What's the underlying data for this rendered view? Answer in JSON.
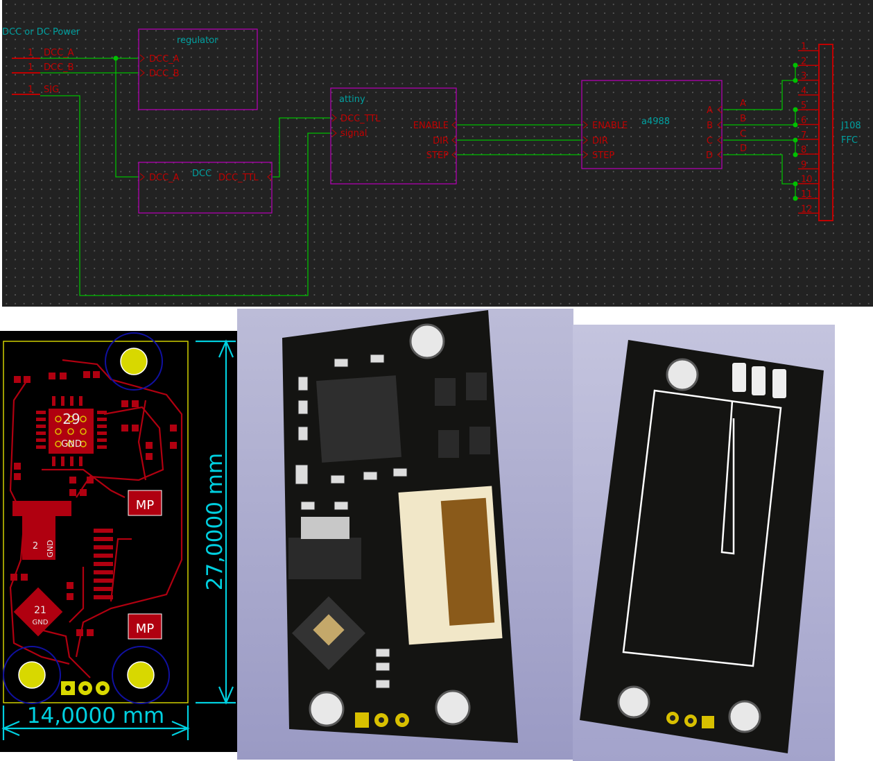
{
  "schematic": {
    "title_note": "DCC or DC Power",
    "connectors": [
      {
        "pin": "1",
        "net": "DCC_A"
      },
      {
        "pin": "1",
        "net": "DCC_B"
      },
      {
        "pin": "1",
        "net": "SIG"
      }
    ],
    "sheets": {
      "regulator": {
        "name": "regulator",
        "pins": [
          "DCC_A",
          "DCC_B"
        ]
      },
      "dcc": {
        "name": "DCC",
        "pins": [
          "DCC_A",
          "DCC_TTL"
        ]
      },
      "attiny": {
        "name": "attiny",
        "pins_left": [
          "DCC_TTL",
          "signal"
        ],
        "pins_right": [
          "ENABLE",
          "DIR",
          "STEP"
        ]
      },
      "a4988": {
        "name": "a4988",
        "pins_left": [
          "ENABLE",
          "DIR",
          "STEP"
        ],
        "pins_right": [
          "A",
          "B",
          "C",
          "D"
        ]
      }
    },
    "wire_labels": [
      "A",
      "B",
      "C",
      "D"
    ],
    "ffc": {
      "ref": "J108",
      "value": "FFC",
      "pins": [
        "1",
        "2",
        "3",
        "4",
        "5",
        "6",
        "7",
        "8",
        "9",
        "10",
        "11",
        "12"
      ]
    },
    "colors": {
      "background": "#222222",
      "wire": "#00c000",
      "sheet": "#c000c0",
      "pin": "#c00000",
      "label": "#00a0a0",
      "junction": "#00c000"
    }
  },
  "pcb": {
    "dim_height": "27,0000 mm",
    "dim_width": "14,0000 mm",
    "pad_labels": {
      "mp_top": "MP",
      "mp_bottom": "MP"
    },
    "ic_labels": [
      {
        "num": "29",
        "net": "GND"
      },
      {
        "num": "2",
        "net": "GND"
      },
      {
        "num": "21",
        "net": "GND"
      }
    ],
    "colors": {
      "copper": "#b00010",
      "outline": "#d0d000",
      "dimension": "#00d0e0",
      "hole": "#d8d800",
      "courtyard": "#1010a0"
    }
  }
}
